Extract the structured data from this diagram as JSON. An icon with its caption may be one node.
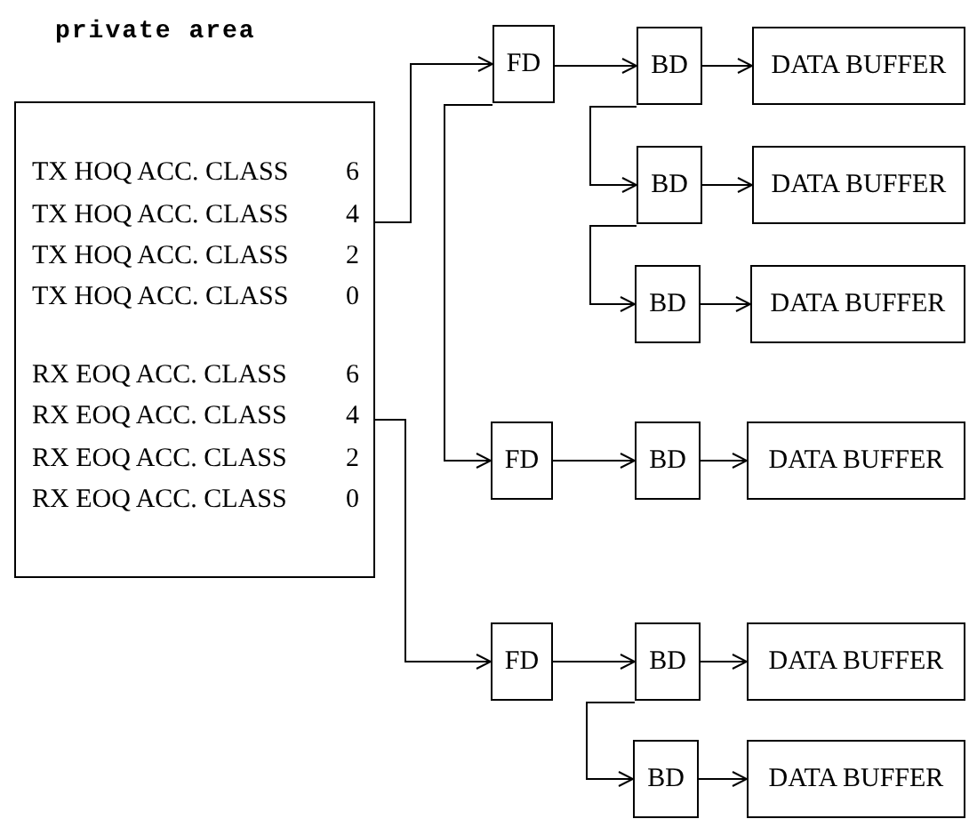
{
  "diagram": {
    "nodes": [
      {
        "text": [
          "private area",
          "TX HOQ ACC. CLASS 6",
          "TX HOQ ACC. CLASS 4",
          "TX HOQ ACC. CLASS 2",
          "TX HOQ ACC. CLASS 0",
          "RX EOQ ACC. CLASS 6",
          "RX EOQ ACC. CLASS 4",
          "RX EOQ ACC. CLASS 2",
          "RX EOQ ACC. CLASS 0"
        ]
      },
      {
        "text": [
          "FD"
        ]
      },
      {
        "text": [
          "BD"
        ]
      },
      {
        "text": [
          "DATA BUFFER"
        ]
      },
      {
        "text": [
          "BD"
        ]
      },
      {
        "text": [
          "DATA BUFFER"
        ]
      },
      {
        "text": [
          "BD"
        ]
      },
      {
        "text": [
          "DATA BUFFER"
        ]
      },
      {
        "text": [
          "FD"
        ]
      },
      {
        "text": [
          "BD"
        ]
      },
      {
        "text": [
          "DATA BUFFER"
        ]
      },
      {
        "text": [
          "FD"
        ]
      },
      {
        "text": [
          "BD"
        ]
      },
      {
        "text": [
          "DATA BUFFER"
        ]
      },
      {
        "text": [
          "BD"
        ]
      },
      {
        "text": [
          "DATA BUFFER"
        ]
      }
    ],
    "edges": [
      {
        "from": 0,
        "to": 1,
        "arrow": "to"
      },
      {
        "from": 1,
        "to": 8,
        "arrow": "to"
      },
      {
        "from": 1,
        "to": 2,
        "arrow": "to"
      },
      {
        "from": 2,
        "to": 3,
        "arrow": "to"
      },
      {
        "from": 2,
        "to": 4,
        "arrow": "to"
      },
      {
        "from": 4,
        "to": 5,
        "arrow": "to"
      },
      {
        "from": 4,
        "to": 6,
        "arrow": "to"
      },
      {
        "from": 6,
        "to": 7,
        "arrow": "to"
      },
      {
        "from": 8,
        "to": 9,
        "arrow": "to"
      },
      {
        "from": 9,
        "to": 10,
        "arrow": "to"
      },
      {
        "from": 0,
        "to": 11,
        "arrow": "to"
      },
      {
        "from": 11,
        "to": 12,
        "arrow": "to"
      },
      {
        "from": 12,
        "to": 13,
        "arrow": "to"
      },
      {
        "from": 12,
        "to": 14,
        "arrow": "to"
      },
      {
        "from": 14,
        "to": 15,
        "arrow": "to"
      }
    ]
  }
}
